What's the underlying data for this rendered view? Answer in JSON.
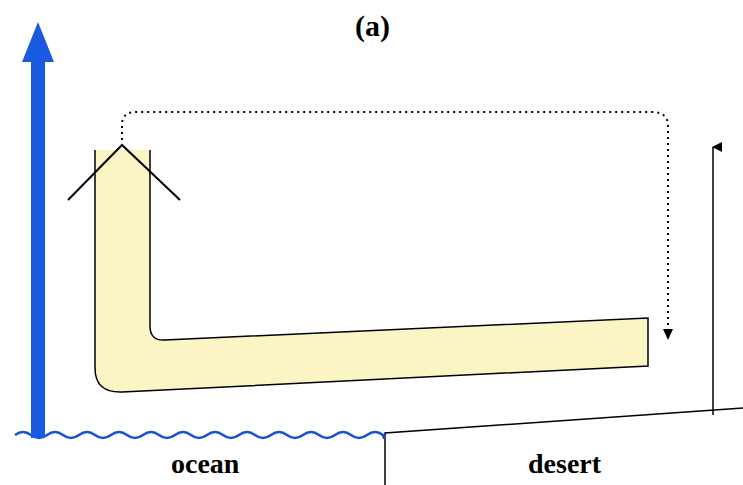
{
  "diagram": {
    "title": "(a)",
    "labels": [
      "ocean",
      "desert"
    ]
  }
}
